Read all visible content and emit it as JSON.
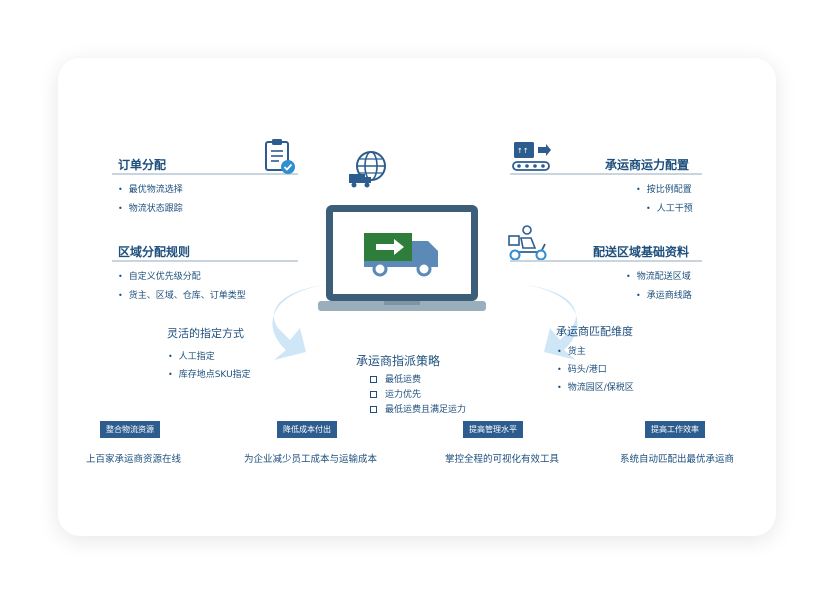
{
  "top_left": {
    "order": {
      "title": "订单分配",
      "items": [
        "最优物流选择",
        "物流状态跟踪"
      ]
    },
    "region": {
      "title": "区域分配规则",
      "items": [
        "自定义优先级分配",
        "货主、区域、仓库、订单类型"
      ]
    }
  },
  "top_right": {
    "capacity": {
      "title": "承运商运力配置",
      "items": [
        "按比例配置",
        "人工干预"
      ]
    },
    "delivery": {
      "title": "配送区域基础资料",
      "items": [
        "物流配送区域",
        "承运商线路"
      ]
    }
  },
  "left_mid": {
    "title": "灵活的指定方式",
    "items": [
      "人工指定",
      "库存地点SKU指定"
    ]
  },
  "right_mid": {
    "title": "承运商匹配维度",
    "items": [
      "货主",
      "码头/港口",
      "物流园区/保税区"
    ]
  },
  "center": {
    "title": "承运商指派策略",
    "items": [
      "最低运费",
      "运力优先",
      "最低运费且满足运力"
    ]
  },
  "bottom": [
    {
      "badge": "整合物流资源",
      "text": "上百家承运商资源在线"
    },
    {
      "badge": "降低成本付出",
      "text": "为企业减少员工成本与运输成本"
    },
    {
      "badge": "提高管理水平",
      "text": "掌控全程的可视化有效工具"
    },
    {
      "badge": "提高工作效率",
      "text": "系统自动匹配出最优承运商"
    }
  ],
  "colors": {
    "primary": "#1d4f7c",
    "badge": "#2d5d8e",
    "arrow": "#cfe6f6",
    "laptop": "#3d5e78",
    "truck": "#5a8ab5",
    "cargo": "#2f7d3a"
  },
  "icons": [
    "clipboard-check-icon",
    "globe-truck-icon",
    "conveyor-boxes-icon",
    "delivery-scooter-icon",
    "laptop-truck-icon"
  ]
}
